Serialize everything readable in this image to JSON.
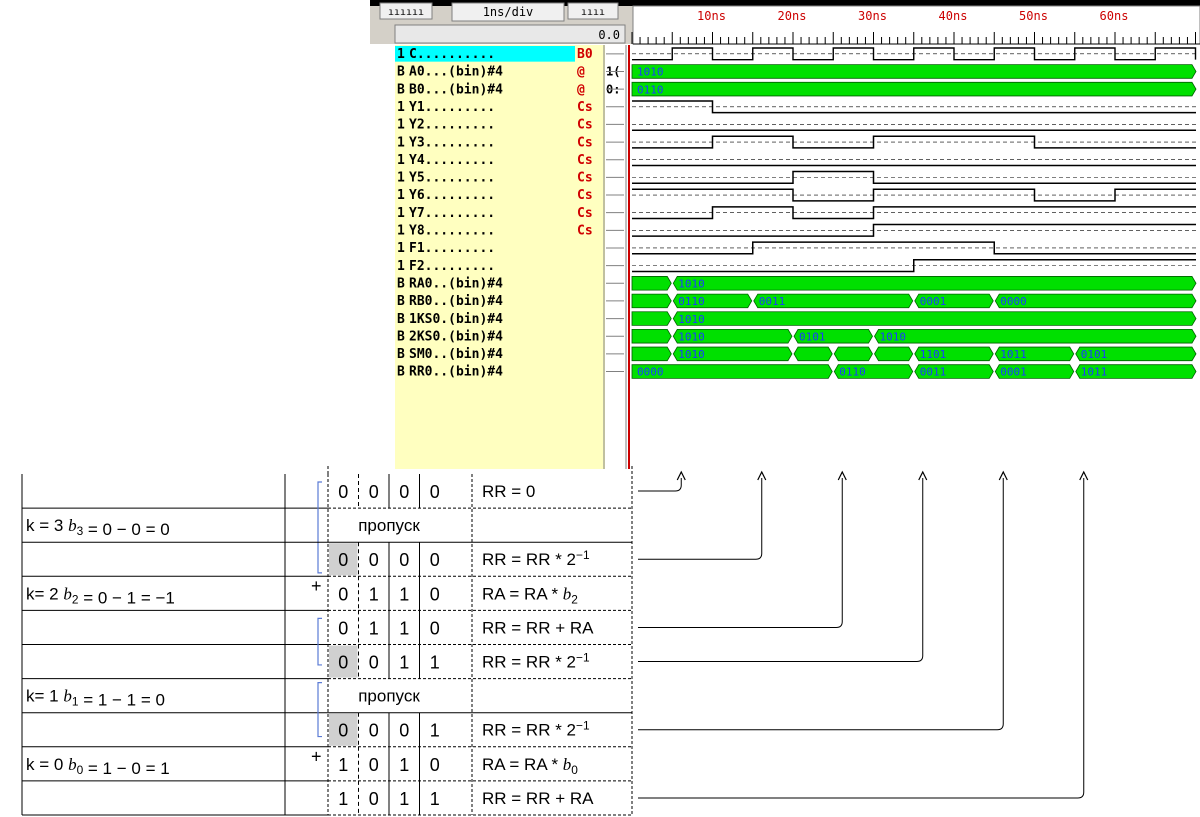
{
  "toolbar": {
    "scale_label": "1ns/div",
    "time_offset": "0.0",
    "ruler_labels": [
      "10ns",
      "20ns",
      "30ns",
      "40ns",
      "50ns",
      "60ns"
    ]
  },
  "signals": [
    {
      "radix": "1",
      "name": "C..........",
      "badge": "B0",
      "value": "",
      "wave": "clock"
    },
    {
      "radix": "B",
      "name": "A0...(bin)#4",
      "badge": "@",
      "value": "1(",
      "wave": "bus",
      "segs": [
        {
          "t": 0,
          "v": "1010"
        }
      ]
    },
    {
      "radix": "B",
      "name": "B0...(bin)#4",
      "badge": "@",
      "value": "0:",
      "wave": "bus",
      "segs": [
        {
          "t": 0,
          "v": "0110"
        }
      ]
    },
    {
      "radix": "1",
      "name": "Y1.........",
      "badge": "Cs",
      "value": "",
      "wave": "bit",
      "trans": [
        [
          0,
          1
        ],
        [
          10,
          0
        ]
      ]
    },
    {
      "radix": "1",
      "name": "Y2.........",
      "badge": "Cs",
      "value": "",
      "wave": "bit",
      "trans": [
        [
          0,
          0
        ]
      ]
    },
    {
      "radix": "1",
      "name": "Y3.........",
      "badge": "Cs",
      "value": "",
      "wave": "bit",
      "trans": [
        [
          0,
          0
        ],
        [
          10,
          1
        ],
        [
          20,
          0
        ],
        [
          30,
          1
        ],
        [
          50,
          0
        ]
      ]
    },
    {
      "radix": "1",
      "name": "Y4.........",
      "badge": "Cs",
      "value": "",
      "wave": "bit",
      "trans": [
        [
          0,
          0
        ]
      ]
    },
    {
      "radix": "1",
      "name": "Y5.........",
      "badge": "Cs",
      "value": "",
      "wave": "bit",
      "trans": [
        [
          0,
          0
        ],
        [
          20,
          1
        ],
        [
          30,
          0
        ]
      ]
    },
    {
      "radix": "1",
      "name": "Y6.........",
      "badge": "Cs",
      "value": "",
      "wave": "bit",
      "trans": [
        [
          0,
          1
        ],
        [
          20,
          0
        ],
        [
          30,
          1
        ],
        [
          50,
          0
        ],
        [
          60,
          1
        ]
      ]
    },
    {
      "radix": "1",
      "name": "Y7.........",
      "badge": "Cs",
      "value": "",
      "wave": "bit",
      "trans": [
        [
          0,
          0
        ],
        [
          10,
          1
        ],
        [
          20,
          0
        ],
        [
          30,
          1
        ]
      ]
    },
    {
      "radix": "1",
      "name": "Y8.........",
      "badge": "Cs",
      "value": "",
      "wave": "bit",
      "trans": [
        [
          0,
          0
        ],
        [
          30,
          1
        ]
      ]
    },
    {
      "radix": "1",
      "name": "F1.........",
      "badge": "",
      "value": "",
      "wave": "bit",
      "trans": [
        [
          0,
          0
        ],
        [
          15,
          1
        ],
        [
          45,
          0
        ]
      ]
    },
    {
      "radix": "1",
      "name": "F2.........",
      "badge": "",
      "value": "",
      "wave": "bit",
      "trans": [
        [
          0,
          0
        ],
        [
          35,
          1
        ]
      ]
    },
    {
      "radix": "B",
      "name": "RA0..(bin)#4",
      "badge": "",
      "value": "",
      "wave": "bus",
      "segs": [
        {
          "t": 0,
          "v": ""
        },
        {
          "t": 5,
          "v": "1010"
        }
      ]
    },
    {
      "radix": "B",
      "name": "RB0..(bin)#4",
      "badge": "",
      "value": "",
      "wave": "bus",
      "segs": [
        {
          "t": 0,
          "v": ""
        },
        {
          "t": 5,
          "v": "0110"
        },
        {
          "t": 15,
          "v": "0011"
        },
        {
          "t": 35,
          "v": "0001"
        },
        {
          "t": 45,
          "v": "0000"
        }
      ]
    },
    {
      "radix": "B",
      "name": "1KS0.(bin)#4",
      "badge": "",
      "value": "",
      "wave": "bus",
      "segs": [
        {
          "t": 0,
          "v": ""
        },
        {
          "t": 5,
          "v": "1010"
        }
      ]
    },
    {
      "radix": "B",
      "name": "2KS0.(bin)#4",
      "badge": "",
      "value": "",
      "wave": "bus",
      "segs": [
        {
          "t": 0,
          "v": ""
        },
        {
          "t": 5,
          "v": "1010"
        },
        {
          "t": 20,
          "v": "0101"
        },
        {
          "t": 30,
          "v": "1010"
        }
      ]
    },
    {
      "radix": "B",
      "name": "SM0..(bin)#4",
      "badge": "",
      "value": "",
      "wave": "bus",
      "segs": [
        {
          "t": 0,
          "v": ""
        },
        {
          "t": 5,
          "v": "1010"
        },
        {
          "t": 20,
          "v": ""
        },
        {
          "t": 25,
          "v": ""
        },
        {
          "t": 30,
          "v": ""
        },
        {
          "t": 35,
          "v": "1101"
        },
        {
          "t": 45,
          "v": "1011"
        },
        {
          "t": 55,
          "v": "0101"
        }
      ]
    },
    {
      "radix": "B",
      "name": "RR0..(bin)#4",
      "badge": "",
      "value": "",
      "wave": "bus",
      "segs": [
        {
          "t": 0,
          "v": "0000"
        },
        {
          "t": 25,
          "v": "0110"
        },
        {
          "t": 35,
          "v": "0011"
        },
        {
          "t": 45,
          "v": "0001"
        },
        {
          "t": 55,
          "v": "1011"
        }
      ]
    }
  ],
  "table": {
    "rows": [
      {
        "k": "",
        "plus": false,
        "bits": [
          "0",
          "0",
          "0",
          "0"
        ],
        "gray": false,
        "op": "RR = 0",
        "arrow_t": 5
      },
      {
        "k": "k = 3 b₃ = 0 − 0 = 0",
        "plus": false,
        "span": "пропуск",
        "op": ""
      },
      {
        "k": "",
        "plus": true,
        "bits": [
          "0",
          "0",
          "0",
          "0"
        ],
        "gray": true,
        "op": "RR = RR * 2⁻¹",
        "arrow_t": 15
      },
      {
        "k": "k= 2 b₂ = 0 − 1 = −1",
        "plus": false,
        "bits": [
          "0",
          "1",
          "1",
          "0"
        ],
        "gray": false,
        "op": "RA = RA * b₂"
      },
      {
        "k": "",
        "plus": false,
        "bits": [
          "0",
          "1",
          "1",
          "0"
        ],
        "gray": false,
        "op": "RR = RR + RA",
        "arrow_t": 25
      },
      {
        "k": "",
        "plus": false,
        "bits": [
          "0",
          "0",
          "1",
          "1"
        ],
        "gray": true,
        "op": "RR = RR * 2⁻¹",
        "arrow_t": 35
      },
      {
        "k": "k= 1 b₁ = 1 − 1 = 0",
        "plus": false,
        "span": "пропуск",
        "op": ""
      },
      {
        "k": "",
        "plus": true,
        "bits": [
          "0",
          "0",
          "0",
          "1"
        ],
        "gray": true,
        "op": "RR = RR * 2⁻¹",
        "arrow_t": 45
      },
      {
        "k": "k = 0 b₀ = 1 − 0 = 1",
        "plus": false,
        "bits": [
          "1",
          "0",
          "1",
          "0"
        ],
        "gray": false,
        "op": "RA = RA * b₀"
      },
      {
        "k": "",
        "plus": false,
        "bits": [
          "1",
          "0",
          "1",
          "1"
        ],
        "gray": false,
        "op": "RR = RR + RA",
        "arrow_t": 55
      }
    ]
  },
  "colors": {
    "cyan": "#00ffff",
    "name_bg": "#ffffc0",
    "bus_green": "#00e000",
    "bus_text": "#1a3cff",
    "badge_red": "#d00000",
    "cursor_red": "#cc0000",
    "ruler_red": "#cc0000",
    "gray_cell": "#d0d0d0"
  }
}
